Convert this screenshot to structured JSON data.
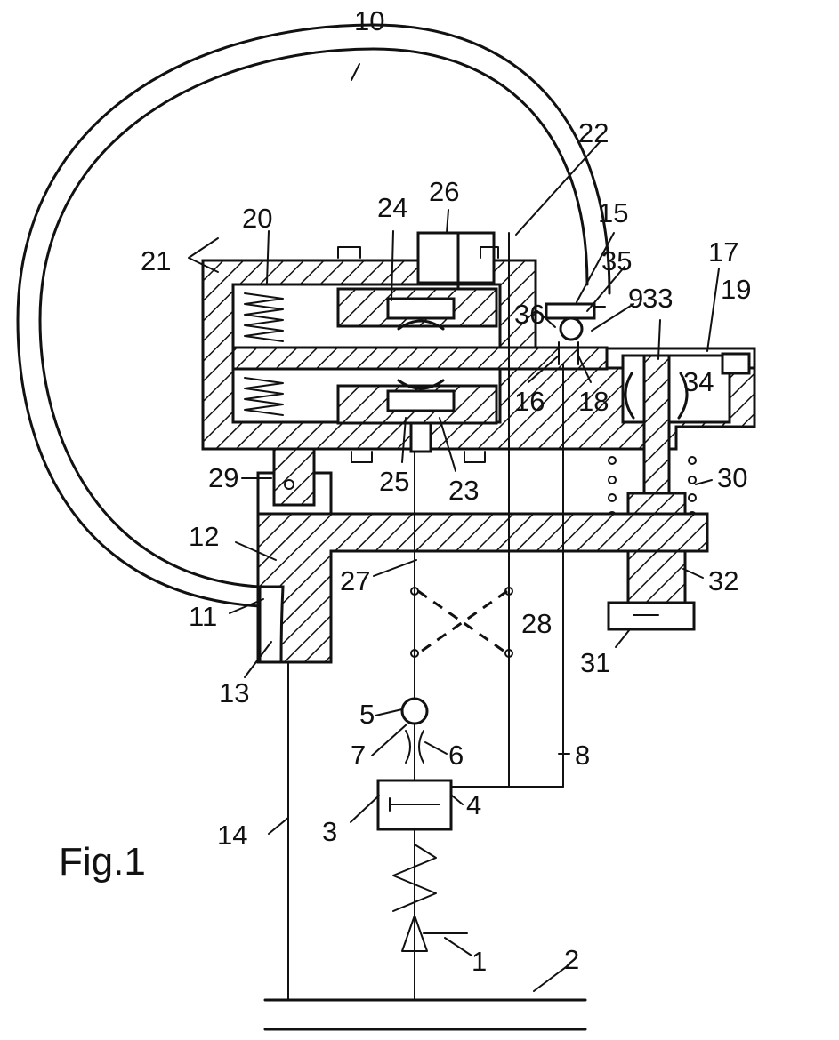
{
  "figure_title": "Fig.1",
  "labels": {
    "l1": "1",
    "l2": "2",
    "l3": "3",
    "l4": "4",
    "l5": "5",
    "l6": "6",
    "l7": "7",
    "l8": "8",
    "l9": "9",
    "l10": "10",
    "l11": "11",
    "l12": "12",
    "l13": "13",
    "l14": "14",
    "l15": "15",
    "l16": "16",
    "l17": "17",
    "l18": "18",
    "l19": "19",
    "l20": "20",
    "l21": "21",
    "l22": "22",
    "l23": "23",
    "l24": "24",
    "l25": "25",
    "l26": "26",
    "l27": "27",
    "l28": "28",
    "l29": "29",
    "l30": "30",
    "l31": "31",
    "l32": "32",
    "l33": "33",
    "l34": "34",
    "l35": "35",
    "l36": "36"
  }
}
